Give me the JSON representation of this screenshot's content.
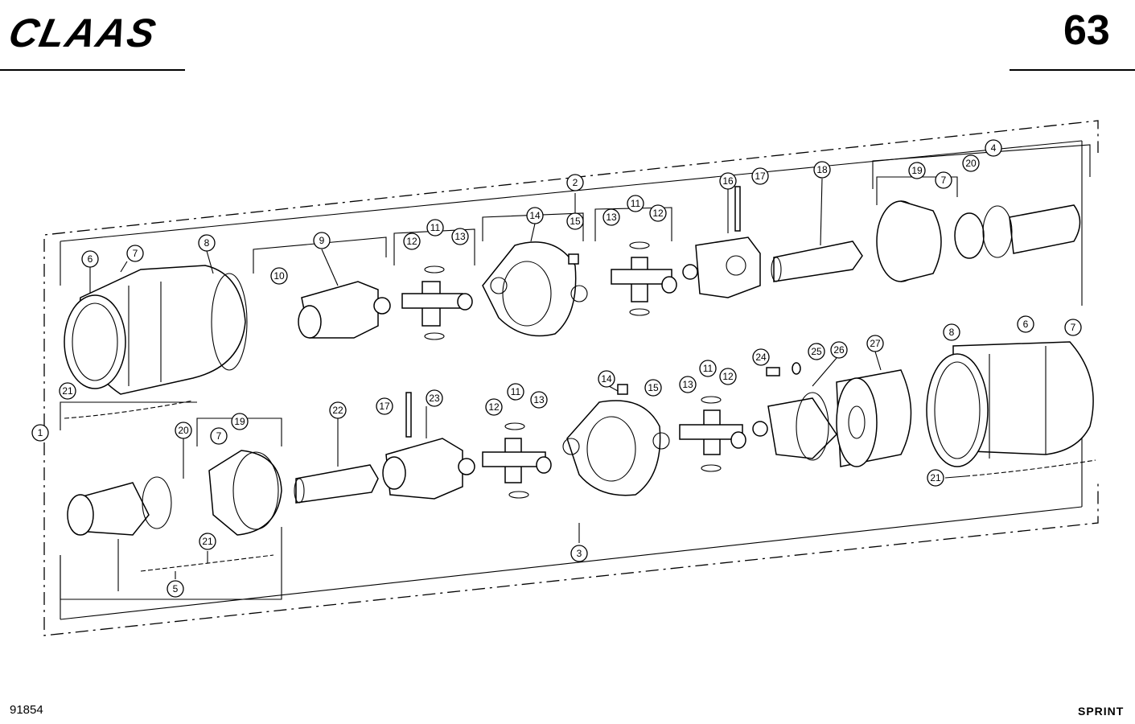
{
  "header": {
    "brand": "CLAAS",
    "page_number": "63"
  },
  "footer": {
    "drawing_number": "91854",
    "model": "SPRINT"
  },
  "callouts": {
    "c1": "1",
    "c2": "2",
    "c3": "3",
    "c4": "4",
    "c5": "5",
    "c6a": "6",
    "c7a": "7",
    "c8a": "8",
    "c9": "9",
    "c10": "10",
    "c11a": "11",
    "c12a": "12",
    "c13a": "13",
    "c14a": "14",
    "c15a": "15",
    "c11b": "11",
    "c12b": "12",
    "c13b": "13",
    "c16": "16",
    "c17a": "17",
    "c18": "18",
    "c19a": "19",
    "c7b": "7",
    "c20a": "20",
    "c21a": "21",
    "c20b": "20",
    "c19b": "19",
    "c7c": "7",
    "c22": "22",
    "c17b": "17",
    "c23": "23",
    "c12c": "12",
    "c11c": "11",
    "c13c": "13",
    "c14b": "14",
    "c15b": "15",
    "c13d": "13",
    "c11d": "11",
    "c12d": "12",
    "c24": "24",
    "c25": "25",
    "c26": "26",
    "c27": "27",
    "c8b": "8",
    "c6b": "6",
    "c7d": "7",
    "c21b": "21",
    "c21c": "21"
  }
}
